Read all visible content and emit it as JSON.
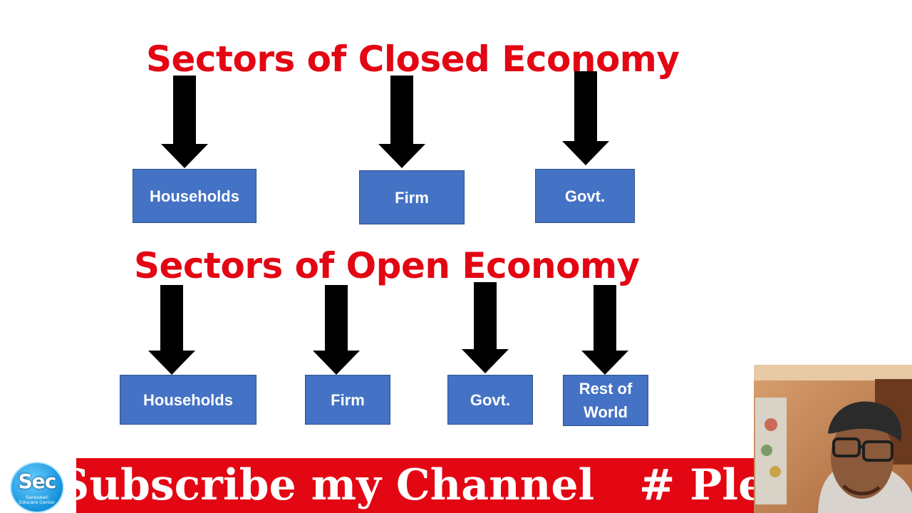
{
  "closed_economy": {
    "title": "Sectors of Closed Economy",
    "sectors": [
      "Households",
      "Firm",
      "Govt."
    ]
  },
  "open_economy": {
    "title": "Sectors of Open Economy",
    "sectors": [
      "Households",
      "Firm",
      "Govt.",
      "Rest of World"
    ]
  },
  "banner": {
    "text": "Subscribe my Channel   # Please S"
  },
  "logo": {
    "text": "Sec",
    "subtext_line1": "Saraswati",
    "subtext_line2": "Educare Center"
  },
  "colors": {
    "title": "#e30613",
    "box": "#4472c4",
    "arrow": "#000000",
    "banner": "#e30613",
    "logo": "#1592dc"
  }
}
